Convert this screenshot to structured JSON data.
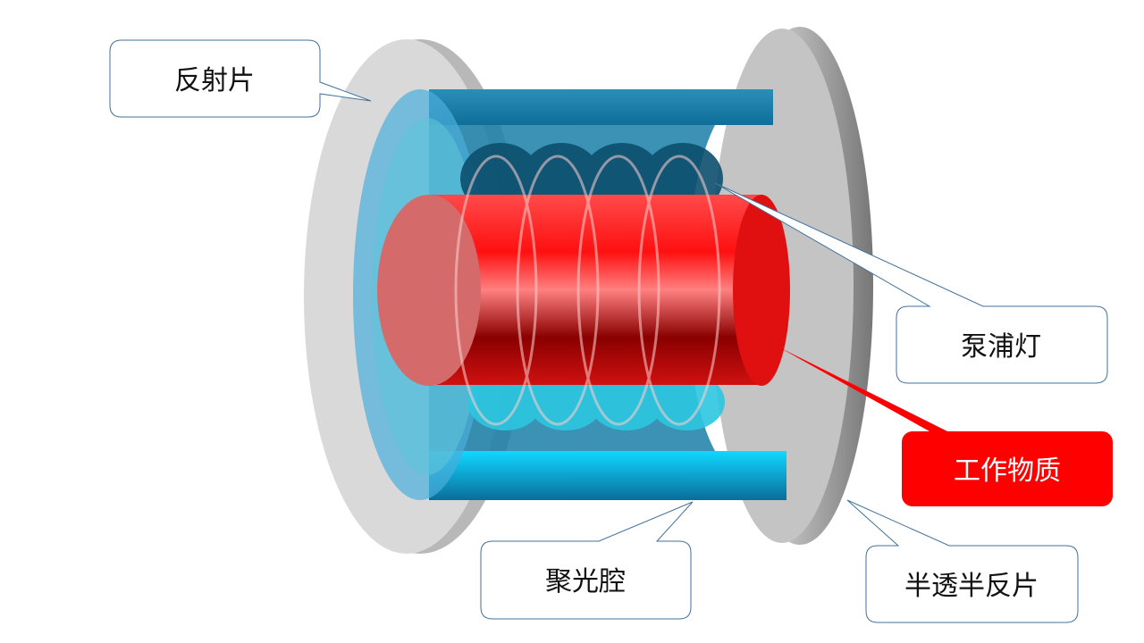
{
  "title": "固体激光器结构示意图",
  "callouts": {
    "reflector": "反射片",
    "pump_lamp": "泵浦灯",
    "gain_medium": "工作物质",
    "pump_cavity": "聚光腔",
    "output_coupler": "半透半反片"
  },
  "colors": {
    "callout_border": "#41719c",
    "gain_medium_callout": "#ff0000",
    "cavity": "#1ea6d6",
    "rod": "#e8141c",
    "mirror": "#cfcfcf"
  }
}
